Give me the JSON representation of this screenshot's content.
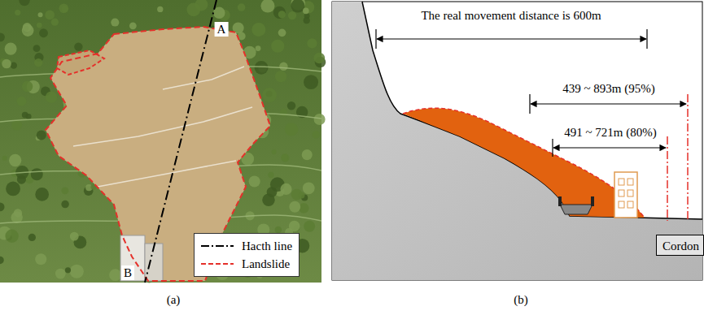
{
  "diagram": {
    "nodes": [
      {
        "text": [
          "Cordon"
        ]
      }
    ],
    "labels": [
      "A",
      "B",
      "(a)",
      "The real movement distance is 600m",
      "439 ~ 893m (95%)",
      "491 ~ 721m (80%)",
      "(b)"
    ],
    "legend": [
      {
        "text": "Hacth line"
      },
      {
        "text": "Landslide"
      }
    ]
  }
}
